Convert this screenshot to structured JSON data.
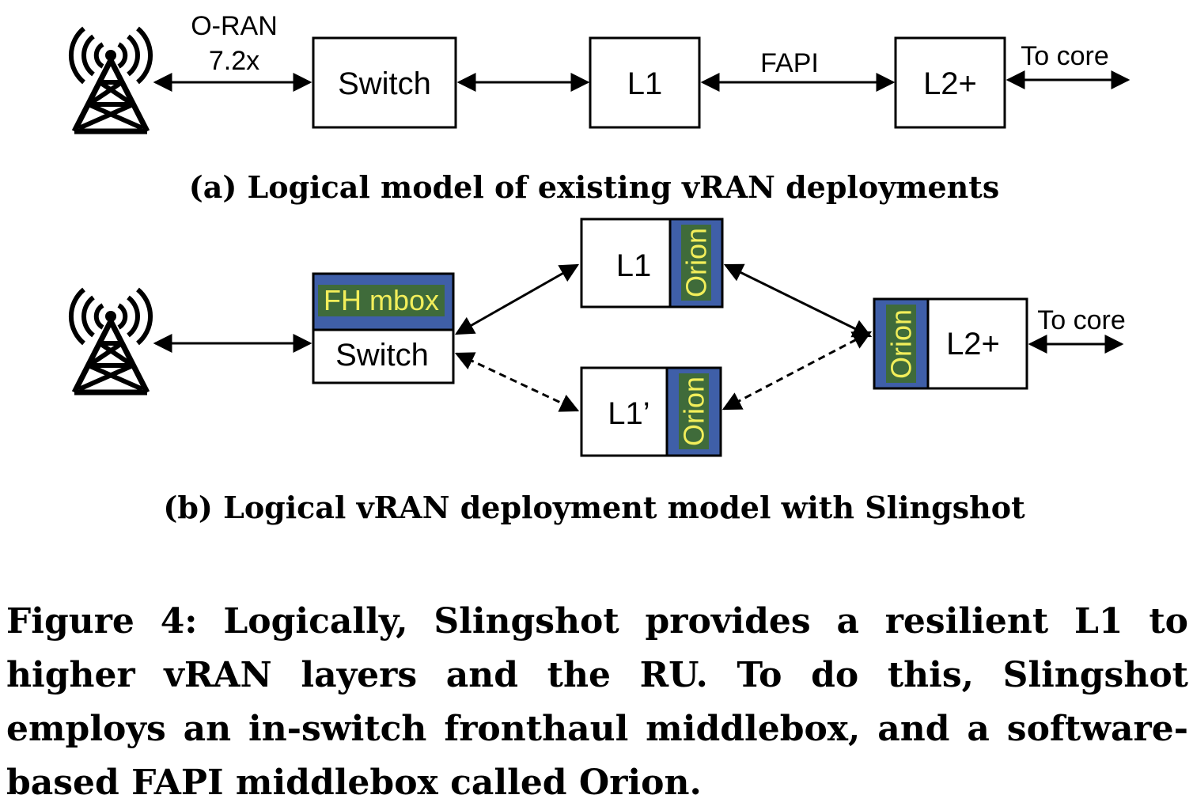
{
  "panel_a": {
    "oran_label_line1": "O-RAN",
    "oran_label_line2": "7.2x",
    "switch": "Switch",
    "l1": "L1",
    "fapi": "FAPI",
    "l2": "L2+",
    "to_core": "To core",
    "caption": "(a) Logical model of existing vRAN deployments"
  },
  "panel_b": {
    "fh_mbox": "FH mbox",
    "switch": "Switch",
    "l1": "L1",
    "l1_prime": "L1’",
    "orion": "Orion",
    "l2": "L2+",
    "to_core": "To core",
    "caption": "(b) Logical vRAN deployment model with Slingshot"
  },
  "figure_caption": "Figure 4: Logically, Slingshot provides a resilient L1 to higher vRAN layers and the RU. To do this, Slingshot employs an in-switch fronthaul middlebox, and a software-based FAPI middlebox called Orion.",
  "colors": {
    "orion_fill": "#3f5fa8",
    "orion_inner": "#3f6b3a",
    "orion_text": "#f2ee5a",
    "fh_mbox_fill": "#3f5fa8",
    "fh_mbox_inner": "#3f6b3a",
    "fh_mbox_text": "#f2ee5a"
  }
}
